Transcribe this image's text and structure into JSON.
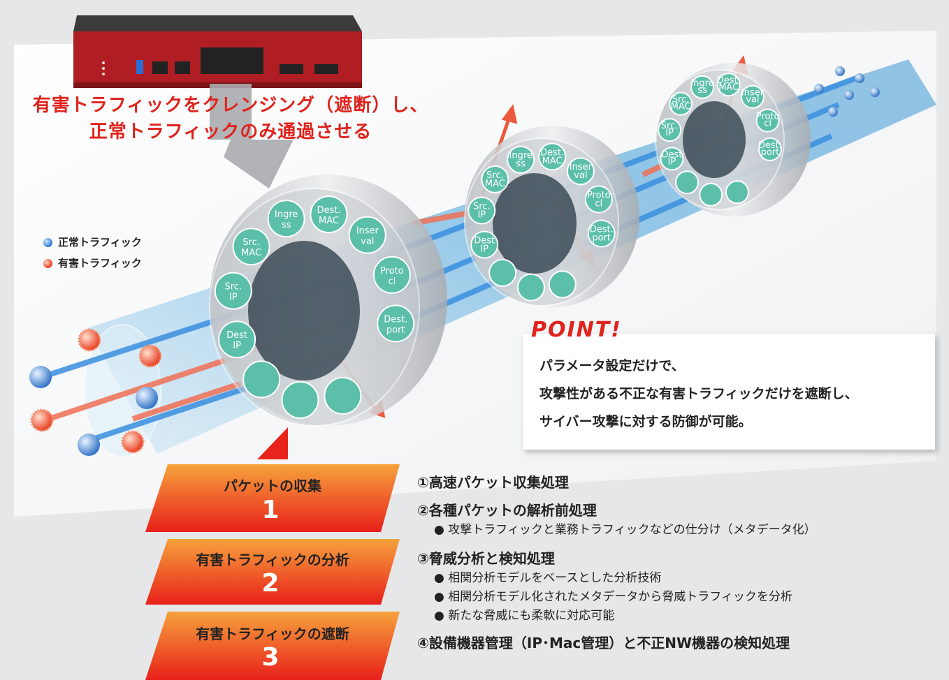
{
  "headline": {
    "line1": "有害トラフィックをクレンジング（遮断）し、",
    "line2": "正常トラフィックのみ通過させる"
  },
  "legend": {
    "normal": "正常トラフィック",
    "harmful": "有害トラフィック"
  },
  "filter_fields": {
    "src_ip": [
      "Src.",
      "IP"
    ],
    "src_mac": [
      "Src.",
      "MAC"
    ],
    "ingress": [
      "Ingre",
      "ss"
    ],
    "dest_mac": [
      "Dest.",
      "MAC"
    ],
    "interval": [
      "Inser",
      "val"
    ],
    "protocol": [
      "Proto",
      "cl"
    ],
    "dest_port": [
      "Dest.",
      "port"
    ],
    "dest_ip": [
      "Dest",
      "IP"
    ]
  },
  "point": {
    "title": "POINT!",
    "lines": [
      "パラメータ設定だけで、",
      "攻撃性がある不正な有害トラフィックだけを遮断し、",
      "サイバー攻撃に対する防御が可能。"
    ]
  },
  "steps": [
    {
      "label": "パケットの収集",
      "number": "1"
    },
    {
      "label": "有害トラフィックの分析",
      "number": "2"
    },
    {
      "label": "有害トラフィックの遮断",
      "number": "3"
    }
  ],
  "processes": [
    {
      "heading": "①高速パケット収集処理",
      "bullets": []
    },
    {
      "heading": "②各種パケットの解析前処理",
      "bullets": [
        "攻撃トラフィックと業務トラフィックなどの仕分け（メタデータ化）"
      ]
    },
    {
      "heading": "③脅威分析と検知処理",
      "bullets": [
        "相関分析モデルをベースとした分析技術",
        "相関分析モデル化されたメタデータから脅威トラフィックを分析",
        "新たな脅威にも柔軟に対応可能"
      ]
    },
    {
      "heading": "④設備機器管理（IP･Mac管理）と不正NW機器の検知処理",
      "bullets": []
    }
  ],
  "colors": {
    "accent_red": "#e0231c",
    "device_red": "#b01e23",
    "normal_blue": "#2d79cf",
    "ring_teal": "#5cbfa9"
  }
}
